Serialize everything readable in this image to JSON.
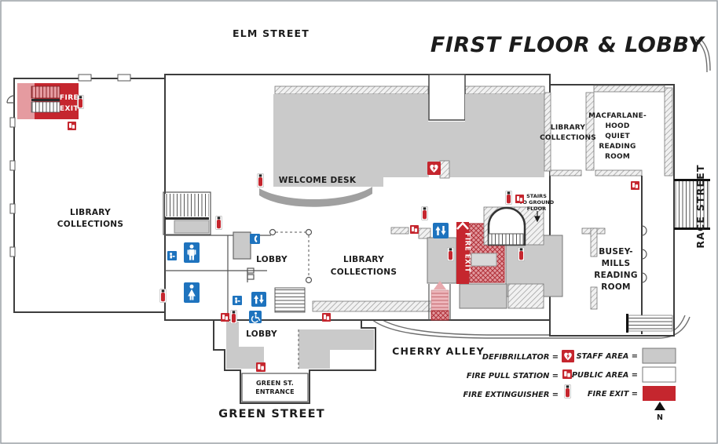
{
  "page": {
    "title": "FIRST FLOOR & LOBBY"
  },
  "streets": {
    "elm": "ELM STREET",
    "race": "RACE STREET",
    "green": "GREEN STREET",
    "cherry_alley": "CHERRY ALLEY"
  },
  "rooms": {
    "library_west": [
      "LIBRARY",
      "COLLECTIONS"
    ],
    "library_center": [
      "LIBRARY",
      "COLLECTIONS"
    ],
    "library_northeast": [
      "LIBRARY",
      "COLLECTIONS"
    ],
    "macfarlane_hood": [
      "MACFARLANE-",
      "HOOD",
      "QUIET",
      "READING",
      "ROOM"
    ],
    "busey_mills": [
      "BUSEY-",
      "MILLS",
      "READING",
      "ROOM"
    ],
    "lobby_main": "LOBBY",
    "lobby_south": "LOBBY",
    "welcome_desk": "WELCOME DESK",
    "green_st_entrance": [
      "GREEN ST.",
      "ENTRANCE"
    ],
    "stairs_to_ground": [
      "STAIRS",
      "TO GROUND",
      "FLOOR"
    ]
  },
  "labels": {
    "fire_exit_stacked": [
      "FIRE",
      "EXIT"
    ],
    "fire_exit_vertical": "FIRE EXIT",
    "north": "N"
  },
  "legend": {
    "defibrillator_label": "DEFIBRILLATOR =",
    "fire_pull_label": "FIRE PULL STATION =",
    "fire_extinguisher_label": "FIRE EXTINGUISHER =",
    "staff_area_label": "STAFF AREA =",
    "public_area_label": "PUBLIC AREA =",
    "fire_exit_label": "FIRE EXIT ="
  },
  "colors": {
    "staff_area": "#cacaca",
    "public_area": "#ffffff",
    "fire_red": "#c5262e",
    "light_red": "#e59ba0",
    "icon_blue": "#1e73be",
    "wall": "#3d3d3d",
    "desk": "#a0a0a0"
  },
  "icons": {
    "defibrillator-icon": "red square with white heart and lightning arrow",
    "fire-pull-station-icon": "red square with white pull handle",
    "fire-extinguisher-icon": "red extinguisher with dark valve",
    "restroom-men-icon": "blue sign with standing person",
    "restroom-women-icon": "blue sign with person in dress",
    "elevator-icon": "blue sign with up and down arrows",
    "accessibility-icon": "blue sign with wheelchair user",
    "phone-icon": "blue sign with telephone handset",
    "drinking-fountain-icon": "blue sign with person at fountain",
    "north-arrow-icon": "solid black triangle pointing up"
  }
}
